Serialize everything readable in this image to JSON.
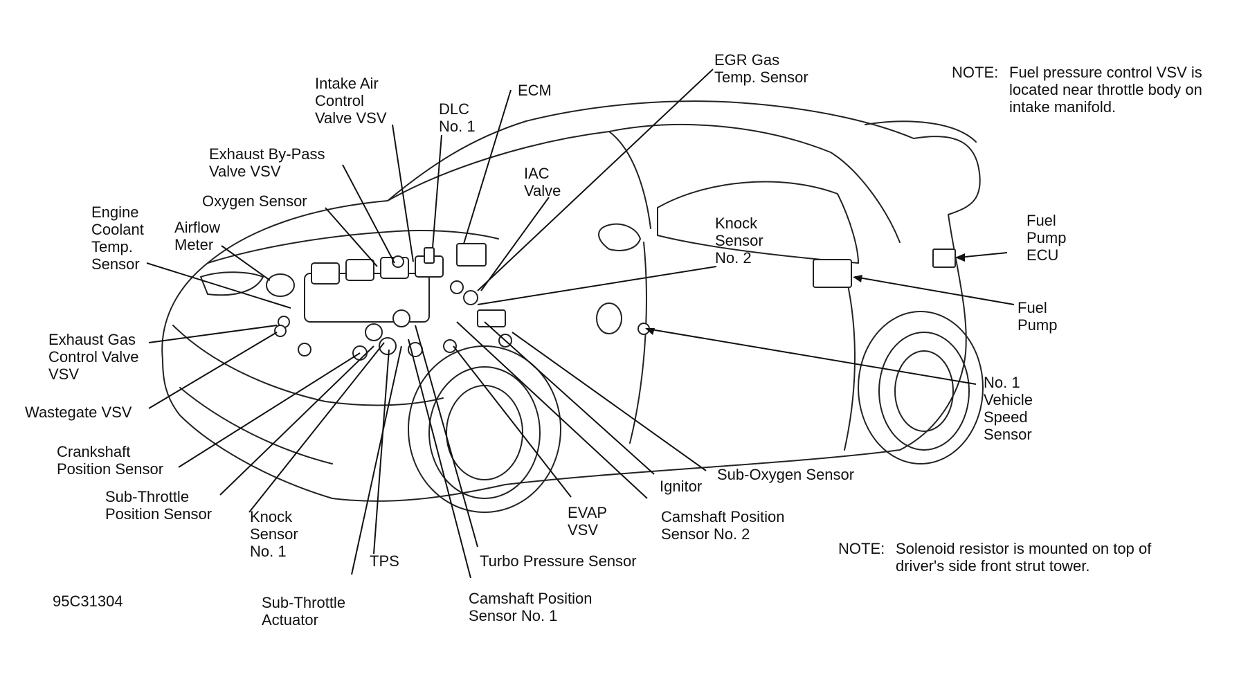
{
  "labels": {
    "intake_air_vsv": "Intake Air\nControl\nValve VSV",
    "dlc": "DLC\nNo. 1",
    "ecm": "ECM",
    "egr_sensor": "EGR Gas\nTemp. Sensor",
    "exhaust_bypass_vsv": "Exhaust By-Pass\nValve VSV",
    "iac_valve": "IAC\nValve",
    "oxygen_sensor": "Oxygen Sensor",
    "engine_coolant": "Engine\nCoolant\nTemp.\nSensor",
    "airflow_meter": "Airflow\nMeter",
    "knock_sensor_2": "Knock\nSensor\nNo. 2",
    "fuel_pump_ecu": "Fuel\nPump\nECU",
    "fuel_pump": "Fuel\nPump",
    "exhaust_gas_vsv": "Exhaust Gas\nControl Valve\nVSV",
    "wastegate_vsv": "Wastegate VSV",
    "vehicle_speed": "No. 1\nVehicle\nSpeed\nSensor",
    "crankshaft": "Crankshaft\nPosition Sensor",
    "sub_throttle_pos": "Sub-Throttle\nPosition Sensor",
    "knock_sensor_1": "Knock\nSensor\nNo. 1",
    "tps": "TPS",
    "sub_throttle_act": "Sub-Throttle\nActuator",
    "turbo_pressure": "Turbo Pressure Sensor",
    "camshaft_1": "Camshaft Position\nSensor No. 1",
    "evap_vsv": "EVAP\nVSV",
    "camshaft_2": "Camshaft Position\nSensor No. 2",
    "ignitor": "Ignitor",
    "sub_oxygen": "Sub-Oxygen Sensor"
  },
  "notes": {
    "top_note_head": "NOTE:",
    "top_note_body": "Fuel pressure control VSV is\nlocated near throttle body on\nintake manifold.",
    "bottom_note_head": "NOTE:",
    "bottom_note_body": "Solenoid resistor is mounted on top of\ndriver's side front strut tower."
  },
  "figure_id": "95C31304"
}
